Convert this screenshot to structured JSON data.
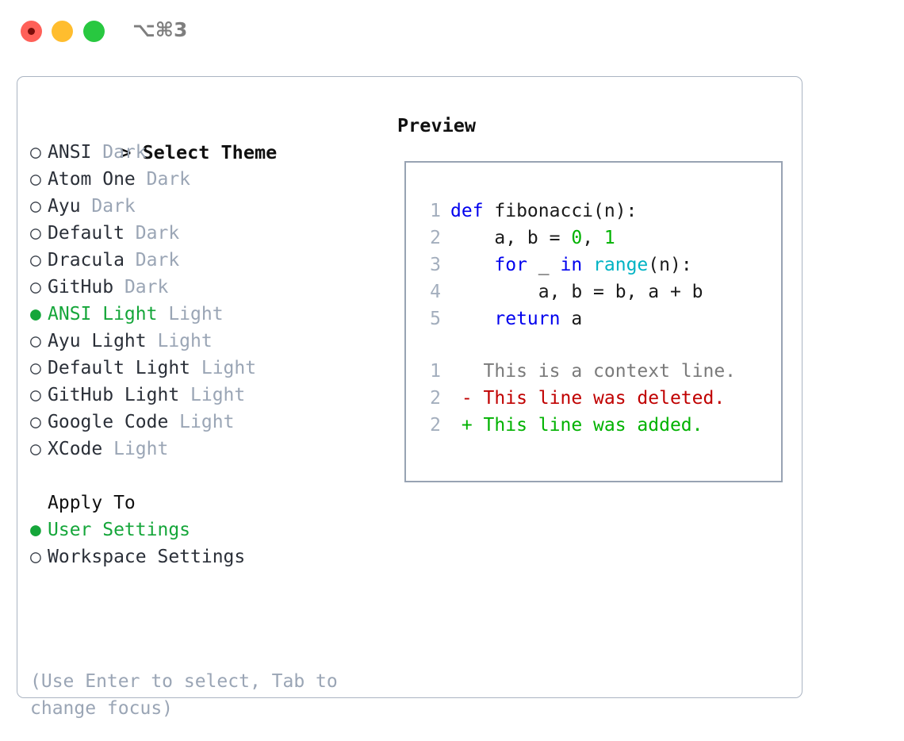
{
  "window": {
    "shortcut": "⌥⌘3",
    "traffic_lights": [
      {
        "name": "close",
        "color": "#ff6058"
      },
      {
        "name": "minimize",
        "color": "#ffbd2e"
      },
      {
        "name": "maximize",
        "color": "#28c840"
      }
    ]
  },
  "theme_picker": {
    "caret": ">",
    "title": "Select Theme",
    "bullet_selected": "●",
    "bullet_unselected": "○",
    "items": [
      {
        "name": "ANSI",
        "kind": "Dark",
        "selected": false
      },
      {
        "name": "Atom One",
        "kind": "Dark",
        "selected": false
      },
      {
        "name": "Ayu",
        "kind": "Dark",
        "selected": false
      },
      {
        "name": "Default",
        "kind": "Dark",
        "selected": false
      },
      {
        "name": "Dracula",
        "kind": "Dark",
        "selected": false
      },
      {
        "name": "GitHub",
        "kind": "Dark",
        "selected": false
      },
      {
        "name": "ANSI Light",
        "kind": "Light",
        "selected": true
      },
      {
        "name": "Ayu Light",
        "kind": "Light",
        "selected": false
      },
      {
        "name": "Default Light",
        "kind": "Light",
        "selected": false
      },
      {
        "name": "GitHub Light",
        "kind": "Light",
        "selected": false
      },
      {
        "name": "Google Code",
        "kind": "Light",
        "selected": false
      },
      {
        "name": "XCode",
        "kind": "Light",
        "selected": false
      }
    ]
  },
  "apply_to": {
    "label": "Apply To",
    "options": [
      {
        "name": "User Settings",
        "selected": true
      },
      {
        "name": "Workspace Settings",
        "selected": false
      }
    ]
  },
  "hint": "(Use Enter to select, Tab to change focus)",
  "preview": {
    "title": "Preview",
    "code": [
      {
        "n": "1",
        "tokens": [
          {
            "t": "def",
            "c": "kw"
          },
          {
            "t": " fibonacci(n):",
            "c": "plain"
          }
        ]
      },
      {
        "n": "2",
        "tokens": [
          {
            "t": "    a, b = ",
            "c": "plain"
          },
          {
            "t": "0",
            "c": "num"
          },
          {
            "t": ", ",
            "c": "plain"
          },
          {
            "t": "1",
            "c": "num"
          }
        ]
      },
      {
        "n": "3",
        "tokens": [
          {
            "t": "    ",
            "c": "plain"
          },
          {
            "t": "for",
            "c": "kw"
          },
          {
            "t": " _ ",
            "c": "plain"
          },
          {
            "t": "in",
            "c": "kw"
          },
          {
            "t": " ",
            "c": "plain"
          },
          {
            "t": "range",
            "c": "bi"
          },
          {
            "t": "(n):",
            "c": "plain"
          }
        ]
      },
      {
        "n": "4",
        "tokens": [
          {
            "t": "        a, b = b, a + b",
            "c": "plain"
          }
        ]
      },
      {
        "n": "5",
        "tokens": [
          {
            "t": "    ",
            "c": "plain"
          },
          {
            "t": "return",
            "c": "kw"
          },
          {
            "t": " a",
            "c": "plain"
          }
        ]
      }
    ],
    "diff": [
      {
        "n": "1",
        "marker": " ",
        "text": "This is a context line.",
        "kind": "dctx"
      },
      {
        "n": "2",
        "marker": "-",
        "text": "This line was deleted.",
        "kind": "ddel"
      },
      {
        "n": "2",
        "marker": "+",
        "text": "This line was added.",
        "kind": "dadd"
      }
    ]
  },
  "colors": {
    "accent_green": "#15a63a",
    "muted_blue_gray": "#9aa5b5",
    "border": "#aab4c2",
    "keyword": "#0000ee",
    "builtin": "#00b3c4",
    "number": "#00b200",
    "diff_add": "#00b200",
    "diff_del": "#c00000"
  }
}
